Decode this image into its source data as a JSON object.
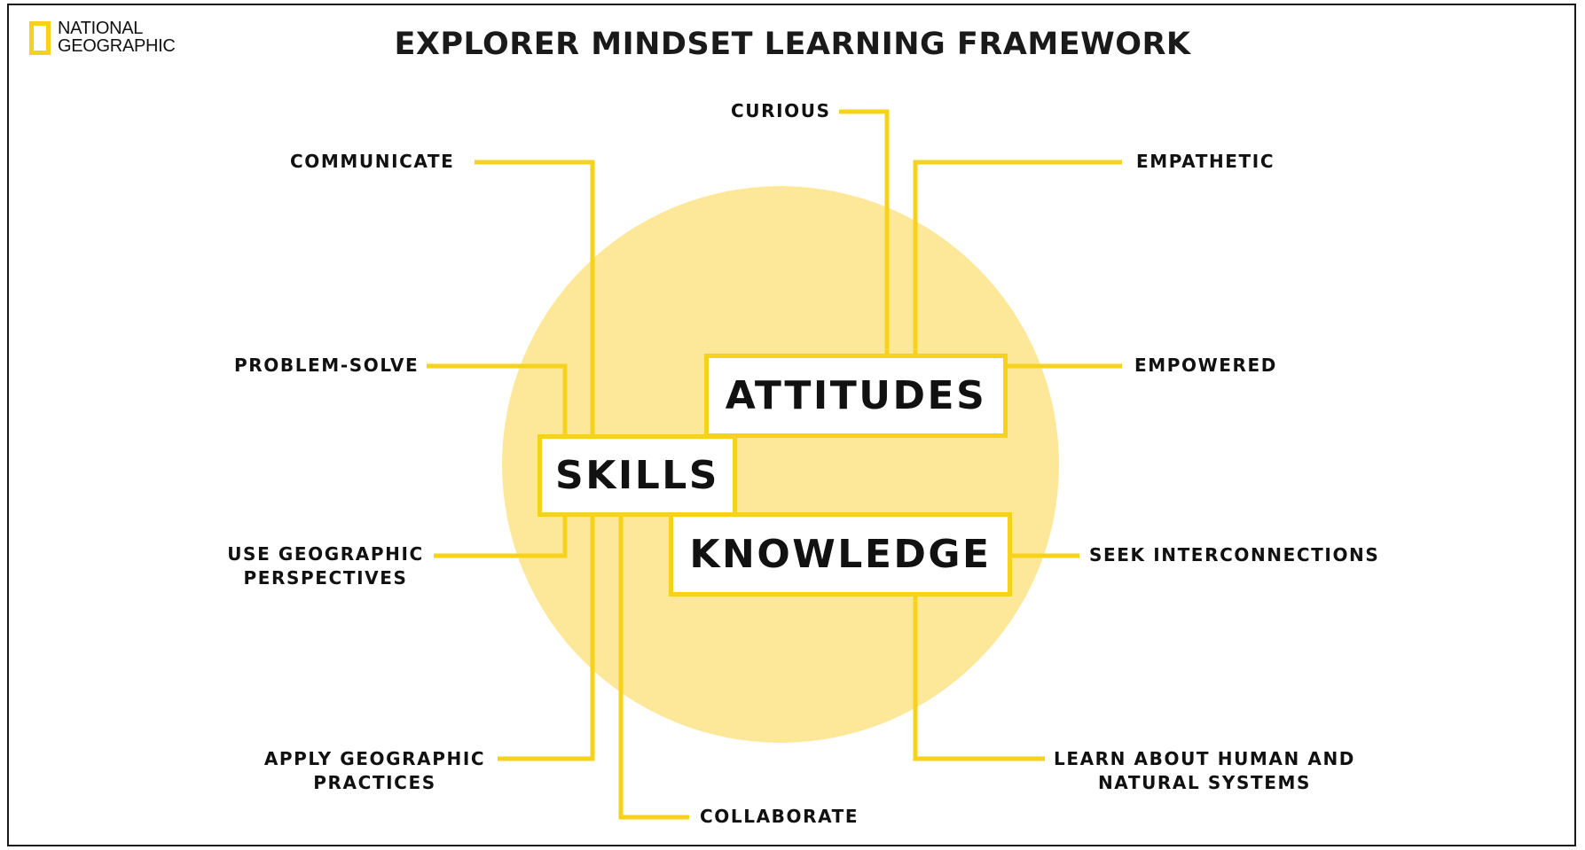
{
  "brand": {
    "line1": "NATIONAL",
    "line2": "GEOGRAPHIC"
  },
  "title": "EXPLORER MINDSET LEARNING FRAMEWORK",
  "colors": {
    "accent": "#f6d21b",
    "circle": "#fde89a",
    "text": "#111111"
  },
  "core": {
    "attitudes": "ATTITUDES",
    "skills": "SKILLS",
    "knowledge": "KNOWLEDGE"
  },
  "labels": {
    "curious": "CURIOUS",
    "communicate": "COMMUNICATE",
    "empathetic": "EMPATHETIC",
    "problem_solve": "PROBLEM-SOLVE",
    "empowered": "EMPOWERED",
    "use_geo_1": "USE GEOGRAPHIC",
    "use_geo_2": "PERSPECTIVES",
    "seek": "SEEK INTERCONNECTIONS",
    "apply_1": "APPLY GEOGRAPHIC",
    "apply_2": "PRACTICES",
    "learn_1": "LEARN ABOUT HUMAN AND",
    "learn_2": "NATURAL SYSTEMS",
    "collaborate": "COLLABORATE"
  }
}
